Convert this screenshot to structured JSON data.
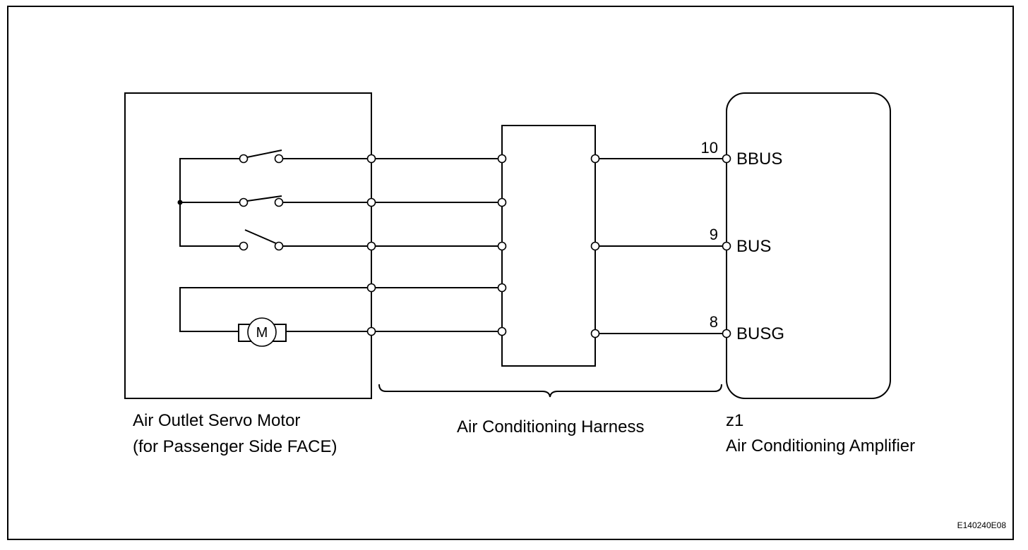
{
  "components": {
    "servo_motor": {
      "name": "Air Outlet Servo Motor",
      "subtitle": "(for Passenger Side FACE)",
      "motor_symbol": "M"
    },
    "harness": {
      "name": "Air Conditioning Harness"
    },
    "amplifier": {
      "connector": "z1",
      "name": "Air Conditioning Amplifier",
      "pins": [
        {
          "number": "10",
          "terminal": "BBUS"
        },
        {
          "number": "9",
          "terminal": "BUS"
        },
        {
          "number": "8",
          "terminal": "BUSG"
        }
      ]
    }
  },
  "figure_code": "E140240E08",
  "icons": [
    "switch-icon",
    "motor-icon",
    "terminal-icon"
  ]
}
